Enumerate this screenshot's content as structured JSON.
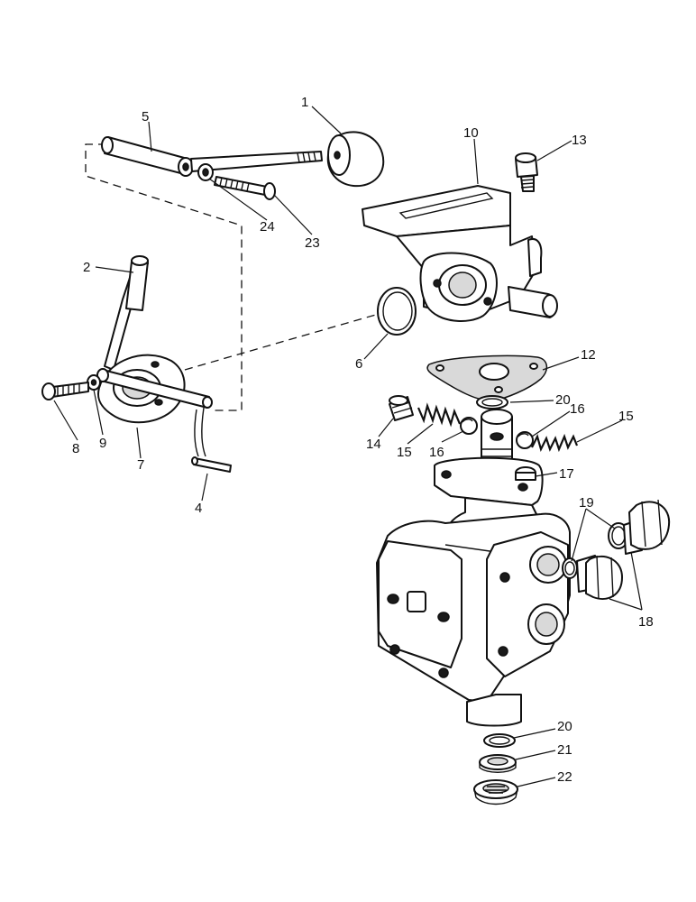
{
  "callouts": [
    {
      "id": "c1",
      "text": "1"
    },
    {
      "id": "c2",
      "text": "2"
    },
    {
      "id": "c4",
      "text": "4"
    },
    {
      "id": "c5",
      "text": "5"
    },
    {
      "id": "c6",
      "text": "6"
    },
    {
      "id": "c7",
      "text": "7"
    },
    {
      "id": "c8",
      "text": "8"
    },
    {
      "id": "c9",
      "text": "9"
    },
    {
      "id": "c10",
      "text": "10"
    },
    {
      "id": "c12",
      "text": "12"
    },
    {
      "id": "c13",
      "text": "13"
    },
    {
      "id": "c14",
      "text": "14"
    },
    {
      "id": "c15a",
      "text": "15"
    },
    {
      "id": "c15b",
      "text": "15"
    },
    {
      "id": "c16a",
      "text": "16"
    },
    {
      "id": "c16b",
      "text": "16"
    },
    {
      "id": "c17",
      "text": "17"
    },
    {
      "id": "c18",
      "text": "18"
    },
    {
      "id": "c19",
      "text": "19"
    },
    {
      "id": "c20a",
      "text": "20"
    },
    {
      "id": "c20b",
      "text": "20"
    },
    {
      "id": "c21",
      "text": "21"
    },
    {
      "id": "c22",
      "text": "22"
    },
    {
      "id": "c23",
      "text": "23"
    },
    {
      "id": "c24",
      "text": "24"
    }
  ]
}
